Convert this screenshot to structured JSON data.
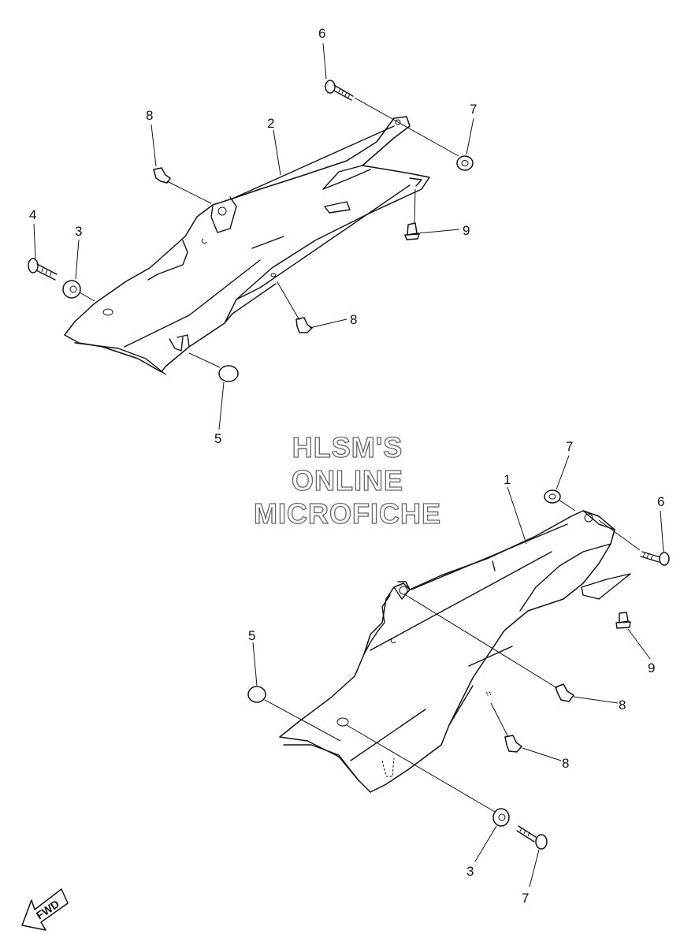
{
  "watermark": {
    "line1": "HLSM'S",
    "line2": "ONLINE",
    "line3": "MICROFICHE"
  },
  "direction_arrow": {
    "label": "FWD",
    "icon": "fwd-arrow-icon"
  },
  "callouts_upper": [
    "6",
    "8",
    "2",
    "7",
    "4",
    "3",
    "9",
    "8",
    "5"
  ],
  "callouts_lower": [
    "7",
    "1",
    "6",
    "9",
    "5",
    "8",
    "8",
    "3",
    "7"
  ]
}
